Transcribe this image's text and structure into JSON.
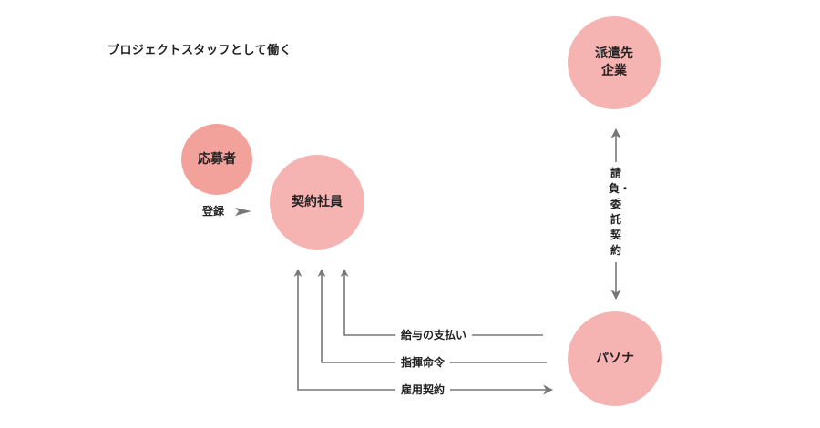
{
  "title": "プロジェクトスタッフとして働く",
  "nodes": {
    "applicant": "応募者",
    "contract_employee": "契約社員",
    "client_company": [
      "派遣先",
      "企業"
    ],
    "pasona": "パソナ"
  },
  "edges": {
    "registration": "登録",
    "salary_payment": "給与の支払い",
    "direction_order": "指揮命令",
    "employment_contract": "雇用契約",
    "contract_relation": "請負・委託契約"
  },
  "colors": {
    "applicant_fill": "#f2a29b",
    "node_fill": "#f5b4b2",
    "arrow": "#777777",
    "text": "#222222"
  }
}
